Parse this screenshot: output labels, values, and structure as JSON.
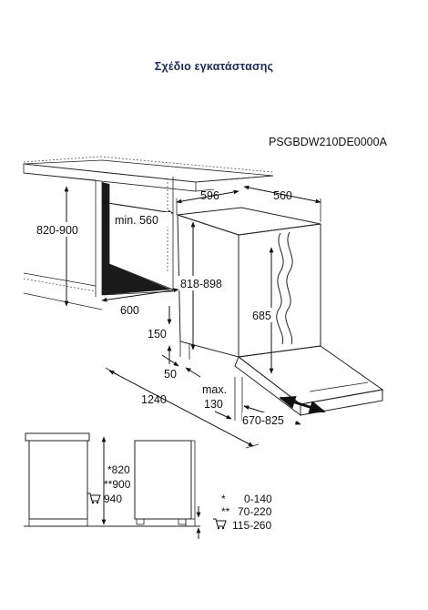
{
  "title": "Σχέδιο εγκατάστασης",
  "model_code": "PSGBDW210DE0000A",
  "dimensions": {
    "niche_height": "820-900",
    "min_width": "min. 560",
    "niche_depth": "600",
    "appliance_width": "596",
    "appliance_depth": "560",
    "appliance_height": "818-898",
    "door_panel_height": "685",
    "toe_kick_height": "150",
    "toe_kick_depth": "50",
    "max_label": "max.",
    "max_value": "130",
    "door_open_depth": "670-825",
    "total_depth": "1240"
  },
  "height_legend": {
    "h1": "*820",
    "h2": "**900",
    "h3": "940"
  },
  "plinth_legend": {
    "p1_marker": "*",
    "p1_value": "0-140",
    "p2_marker": "**",
    "p2_value": "70-220",
    "p3_value": "115-260"
  },
  "icons": [
    "cart-icon"
  ],
  "colors": {
    "title": "#1d2a57",
    "line": "#222222",
    "niche_fill": "#1a1a1a"
  }
}
